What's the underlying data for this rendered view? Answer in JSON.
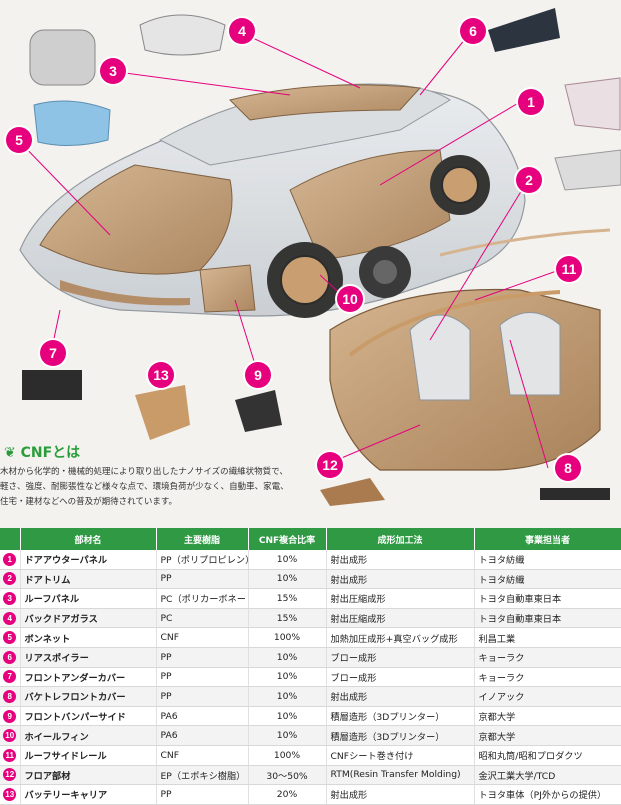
{
  "callouts": [
    "1",
    "2",
    "3",
    "4",
    "5",
    "6",
    "7",
    "8",
    "9",
    "10",
    "11",
    "12",
    "13"
  ],
  "cnf_intro": {
    "heading": "CNFとは",
    "lines": [
      "木材から化学的・機械的処理により取り出したナノサイズの繊維状物質で、",
      "軽さ、強度、耐膨張性など様々な点で、環境負荷が少なく、自動車、家電、",
      "住宅・建材などへの普及が期待されています。"
    ]
  },
  "table": {
    "headers": [
      "",
      "部材名",
      "主要樹脂",
      "CNF複合比率",
      "成形加工法",
      "事業担当者"
    ],
    "rows": [
      {
        "no": "1",
        "part": "ドアアウターパネル",
        "resin": "PP（ポリプロピレン）",
        "ratio": "10%",
        "method": "射出成形",
        "owner": "トヨタ紡織"
      },
      {
        "no": "2",
        "part": "ドアトリム",
        "resin": "PP",
        "ratio": "10%",
        "method": "射出成形",
        "owner": "トヨタ紡織"
      },
      {
        "no": "3",
        "part": "ルーフパネル",
        "resin": "PC（ポリカーボネート）",
        "ratio": "15%",
        "method": "射出圧縮成形",
        "owner": "トヨタ自動車東日本"
      },
      {
        "no": "4",
        "part": "バックドアガラス",
        "resin": "PC",
        "ratio": "15%",
        "method": "射出圧縮成形",
        "owner": "トヨタ自動車東日本"
      },
      {
        "no": "5",
        "part": "ボンネット",
        "resin": "CNF",
        "ratio": "100%",
        "method": "加熱加圧成形+真空バッグ成形",
        "owner": "利昌工業"
      },
      {
        "no": "6",
        "part": "リアスポイラー",
        "resin": "PP",
        "ratio": "10%",
        "method": "ブロー成形",
        "owner": "キョーラク"
      },
      {
        "no": "7",
        "part": "フロントアンダーカバー",
        "resin": "PP",
        "ratio": "10%",
        "method": "ブロー成形",
        "owner": "キョーラク"
      },
      {
        "no": "8",
        "part": "バケトレフロントカバー",
        "resin": "PP",
        "ratio": "10%",
        "method": "射出成形",
        "owner": "イノアック"
      },
      {
        "no": "9",
        "part": "フロントバンパーサイド",
        "resin": "PA6",
        "ratio": "10%",
        "method": "積層造形（3Dプリンター）",
        "owner": "京都大学"
      },
      {
        "no": "10",
        "part": "ホイールフィン",
        "resin": "PA6",
        "ratio": "10%",
        "method": "積層造形（3Dプリンター）",
        "owner": "京都大学"
      },
      {
        "no": "11",
        "part": "ルーフサイドレール",
        "resin": "CNF",
        "ratio": "100%",
        "method": "CNFシート巻き付け",
        "owner": "昭和丸筒/昭和プロダクツ"
      },
      {
        "no": "12",
        "part": "フロア部材",
        "resin": "EP（エポキシ樹脂）",
        "ratio": "30～50%",
        "method": "RTM(Resin Transfer Molding)",
        "owner": "金沢工業大学/TCD"
      },
      {
        "no": "13",
        "part": "バッテリーキャリア",
        "resin": "PP",
        "ratio": "20%",
        "method": "射出成形",
        "owner": "トヨタ車体（PJ外からの提供）"
      }
    ]
  },
  "colors": {
    "accent": "#e6007e",
    "header_green": "#2f9a43",
    "cnf_wood": "#c8a57d"
  }
}
